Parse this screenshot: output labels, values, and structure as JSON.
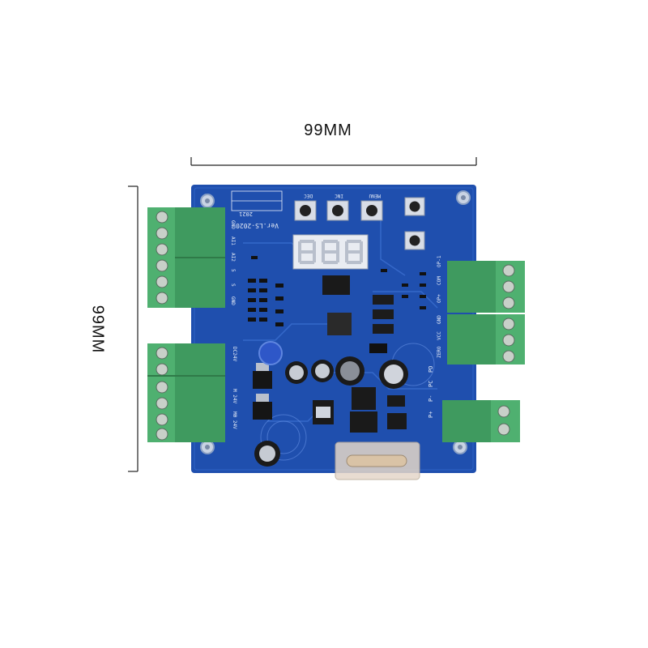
{
  "dimension_width_label": "99MM",
  "dimension_height_label": "99MM",
  "board": {
    "version_text": "Ver.LS-2020",
    "year_text": "2021",
    "button_labels": [
      "DEC",
      "INC",
      "MENU"
    ],
    "left_terminal_labels": [
      "GND",
      "AI1",
      "AI2",
      "5",
      "S",
      "GND"
    ],
    "power_labels": [
      "DC24V",
      "M 24V",
      "M0 24V"
    ],
    "right_terminal_labels": [
      "OP-1",
      "COM",
      "OP+",
      "GND",
      "VCC",
      "ZERO"
    ],
    "bottom_right_labels": [
      "P+",
      "P-",
      "PC",
      "PD"
    ],
    "colors": {
      "pcb": "#1f4fae",
      "terminal_green": "#3f9a5f",
      "silkscreen": "#e8eef8"
    }
  }
}
